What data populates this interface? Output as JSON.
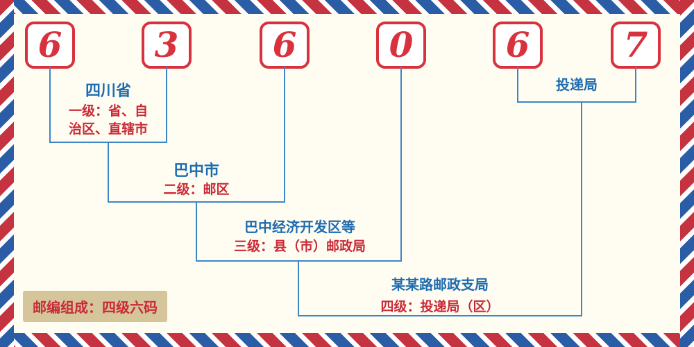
{
  "postal_code": {
    "digits": [
      "6",
      "3",
      "6",
      "0",
      "6",
      "7"
    ]
  },
  "levels": [
    {
      "name": "四川省",
      "desc_lines": [
        "一级：省、自",
        "治区、直辖市"
      ]
    },
    {
      "name": "巴中市",
      "desc": "二级：邮区"
    },
    {
      "name": "巴中经济开发区等",
      "desc": "三级：县（市）邮政局"
    },
    {
      "name": "投递局",
      "branch_name": "某某路邮政支局",
      "desc": "四级：投递局（区）"
    }
  ],
  "badge": {
    "text": "邮编组成：四级六码"
  },
  "colors": {
    "digit_red": "#d8323e",
    "desc_red": "#c92a38",
    "name_blue": "#1e6cb0",
    "line_blue": "#3c86c8",
    "stripe_red": "#c53240",
    "stripe_blue": "#2b5ca6",
    "badge_bg": "#d5c59a",
    "background": "#fffdf2"
  }
}
